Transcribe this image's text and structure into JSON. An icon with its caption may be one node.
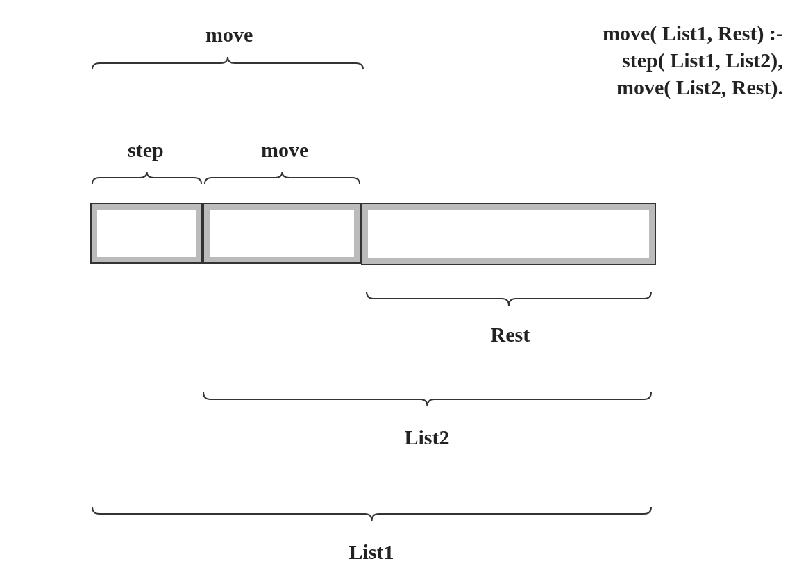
{
  "diagram": {
    "nodes": [
      {
        "text": [],
        "shape": "box"
      },
      {
        "text": [],
        "shape": "box"
      },
      {
        "text": [],
        "shape": "box"
      }
    ],
    "labels": [
      "move",
      "move( List1, Rest) :-",
      "step( List1, List2),",
      "move( List2, Rest).",
      "step",
      "move",
      "Rest",
      "List2",
      "List1"
    ]
  }
}
